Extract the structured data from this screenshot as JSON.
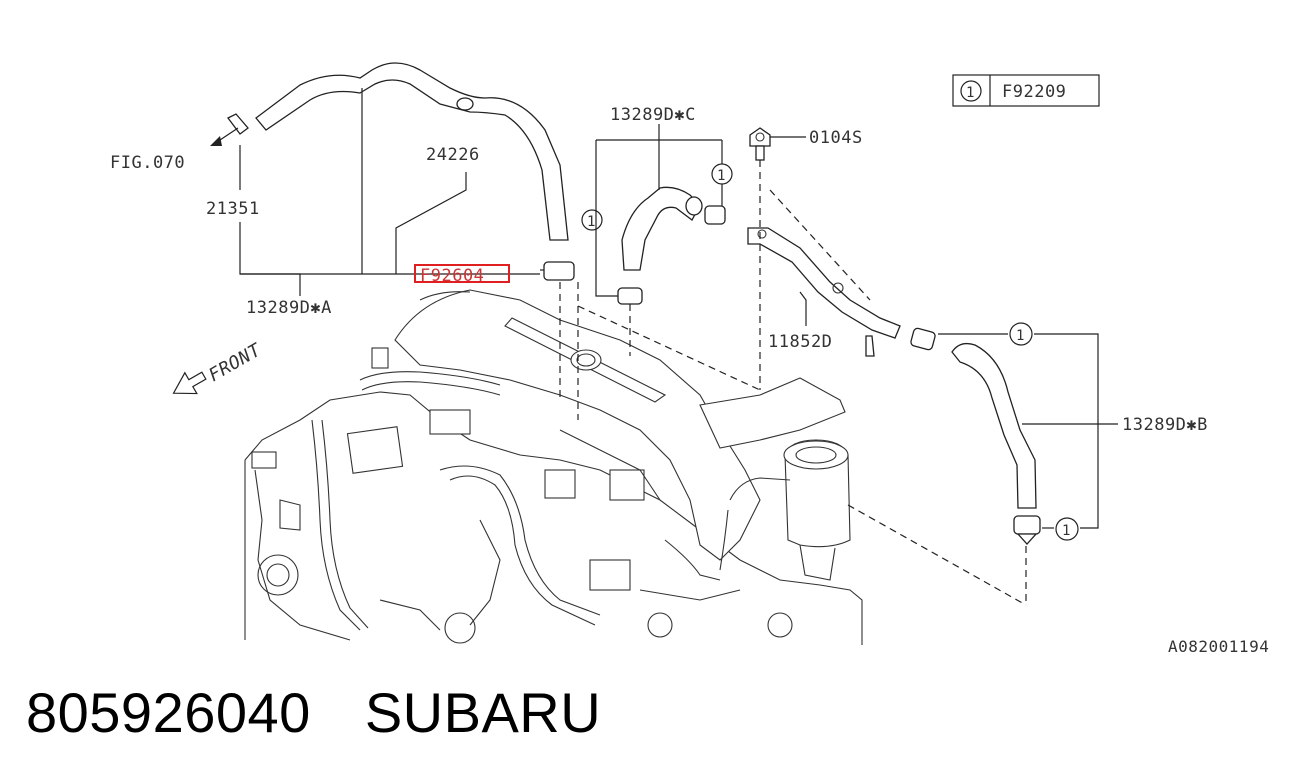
{
  "diagram": {
    "callouts": {
      "fig_ref": "FIG.070",
      "part_21351": "21351",
      "part_13289A": "13289D✱A",
      "part_24226": "24226",
      "part_F92604": "F92604",
      "part_13289C": "13289D✱C",
      "part_0104S": "0104S",
      "part_11852D": "11852D",
      "part_13289B": "13289D✱B",
      "legend_num": "1",
      "legend_part": "F92209",
      "front_label": "FRONT",
      "drawing_code": "A082001194",
      "circle_ref": "1"
    },
    "highlight_color": "#e02020"
  },
  "footer": {
    "part_number": "805926040",
    "brand": "SUBARU"
  }
}
